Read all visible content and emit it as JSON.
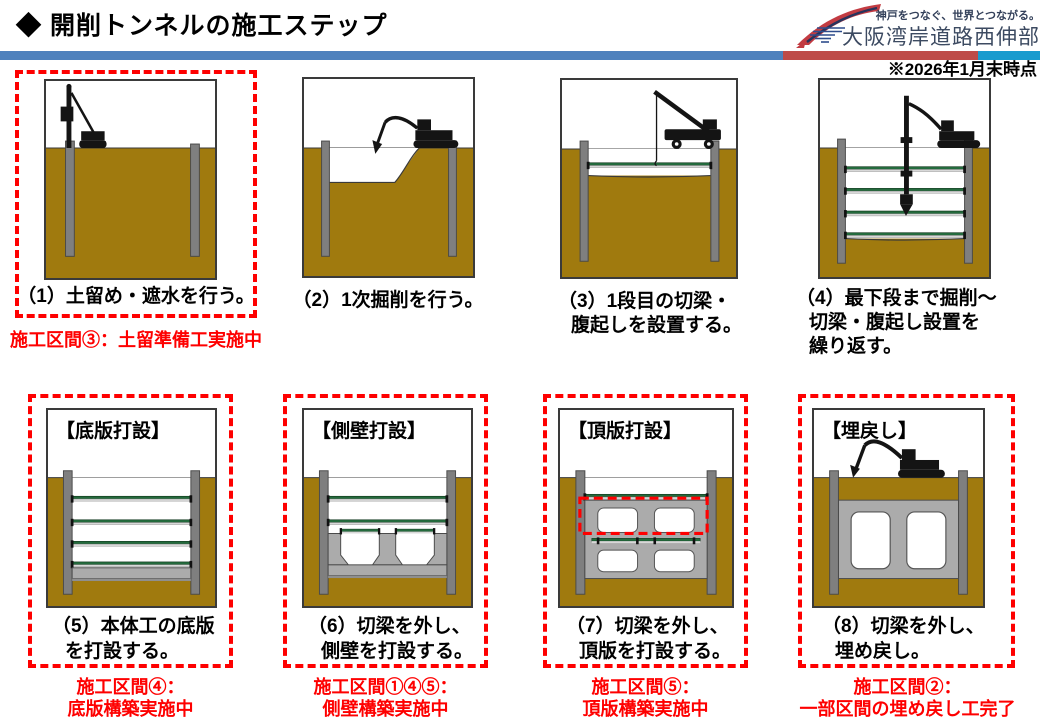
{
  "header": {
    "title": "◆ 開削トンネルの施工ステップ",
    "note": "※2026年1月末時点",
    "logo": {
      "tagline": "神戸をつなぐ、世界とつながる。",
      "name": "大阪湾岸道路西伸部"
    },
    "divider_colors": {
      "left": "#4E81BD",
      "middle": "#BE4B48",
      "right": "#199BCE"
    }
  },
  "colors": {
    "soil": "#A07A0E",
    "sheet_pile_gray": "#7F7F7F",
    "strut_green": "#246B3D",
    "concrete_gray": "#ABABAB",
    "highlight_red": "#FE0000",
    "status_text_red": "#FE0000"
  },
  "icons": {
    "logo-bridge-icon": "red and blue bridge swoosh",
    "pile-driver-icon": "crawler pile driver silhouette",
    "excavator-icon": "hydraulic excavator silhouette",
    "crane-icon": "rough terrain crane silhouette",
    "clamshell-rig-icon": "telescopic clamshell rig silhouette",
    "backfill-excavator-icon": "hydraulic excavator silhouette"
  },
  "panels": [
    {
      "caption": "（1）土留め・遮水を行う。",
      "status_lines": [
        "施工区間③：土留準備工実施中"
      ]
    },
    {
      "caption": "（2）1次掘削を行う。"
    },
    {
      "caption_lines": [
        "（3）1段目の切梁・",
        "腹起しを設置する。"
      ]
    },
    {
      "caption_lines": [
        "（4）最下段まで掘削～",
        "切梁・腹起し設置を",
        "繰り返す。"
      ]
    },
    {
      "label": "【底版打設】",
      "caption_lines": [
        "（5）本体工の底版",
        "を打設する。"
      ],
      "status_lines": [
        "施工区間④：",
        "底版構築実施中"
      ]
    },
    {
      "label": "【側壁打設】",
      "caption_lines": [
        "（6）切梁を外し、",
        "側壁を打設する。"
      ],
      "status_lines": [
        "施工区間①④⑤：",
        "側壁構築実施中"
      ]
    },
    {
      "label": "【頂版打設】",
      "caption_lines": [
        "（7）切梁を外し、",
        "頂版を打設する。"
      ],
      "status_lines": [
        "施工区間⑤：",
        "頂版構築実施中"
      ]
    },
    {
      "label": "【埋戻し】",
      "caption_lines": [
        "（8）切梁を外し、",
        "埋め戻し。"
      ],
      "status_lines": [
        "施工区間②：",
        "一部区間の埋め戻し工完了"
      ]
    }
  ]
}
